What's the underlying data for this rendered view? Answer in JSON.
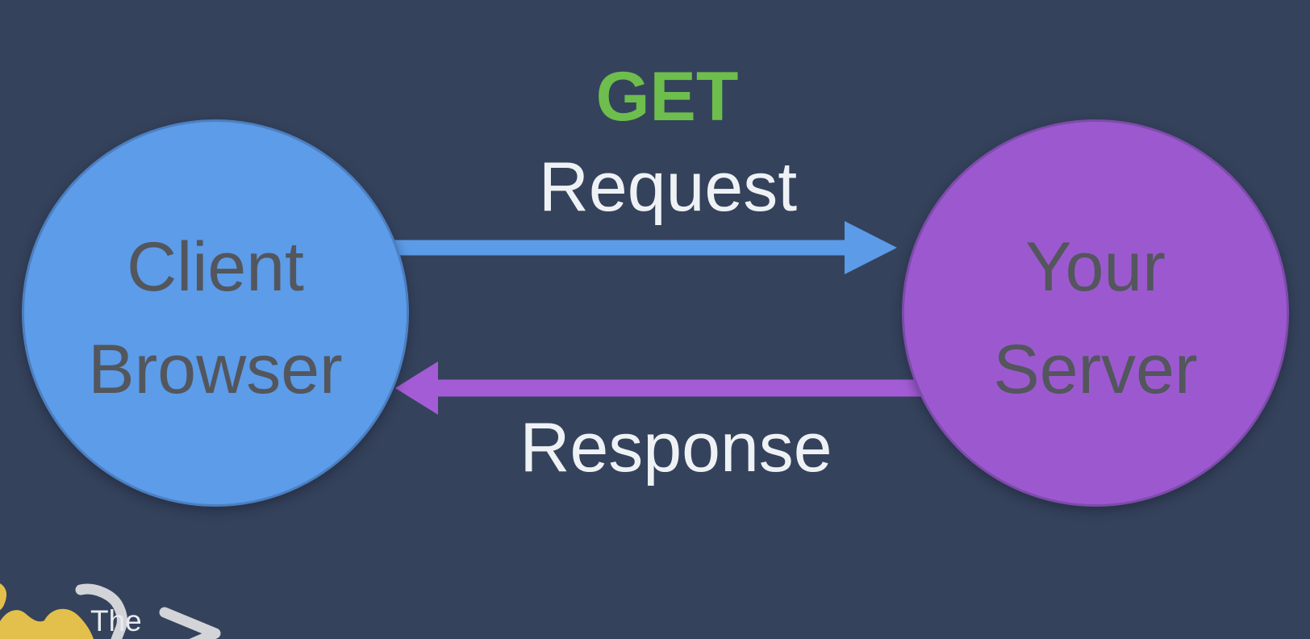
{
  "slide": {
    "background_color": "#35425C",
    "method_label": "GET",
    "method_color": "#6DBE4D",
    "request_label": "Request",
    "response_label": "Response",
    "label_color": "#EFF2F5",
    "client_node": {
      "line1": "Client",
      "line2": "Browser",
      "fill_color": "#5C9CE9",
      "text_color": "#53565C"
    },
    "server_node": {
      "line1": "Your",
      "line2": "Server",
      "fill_color": "#9C59CF",
      "text_color": "#53565C"
    },
    "request_arrow_color": "#5C9BE8",
    "response_arrow_color": "#A45CD6"
  },
  "watermark": {
    "text": "The",
    "blob_color": "#E3C04B",
    "stroke_color": "#D2D4D8"
  }
}
